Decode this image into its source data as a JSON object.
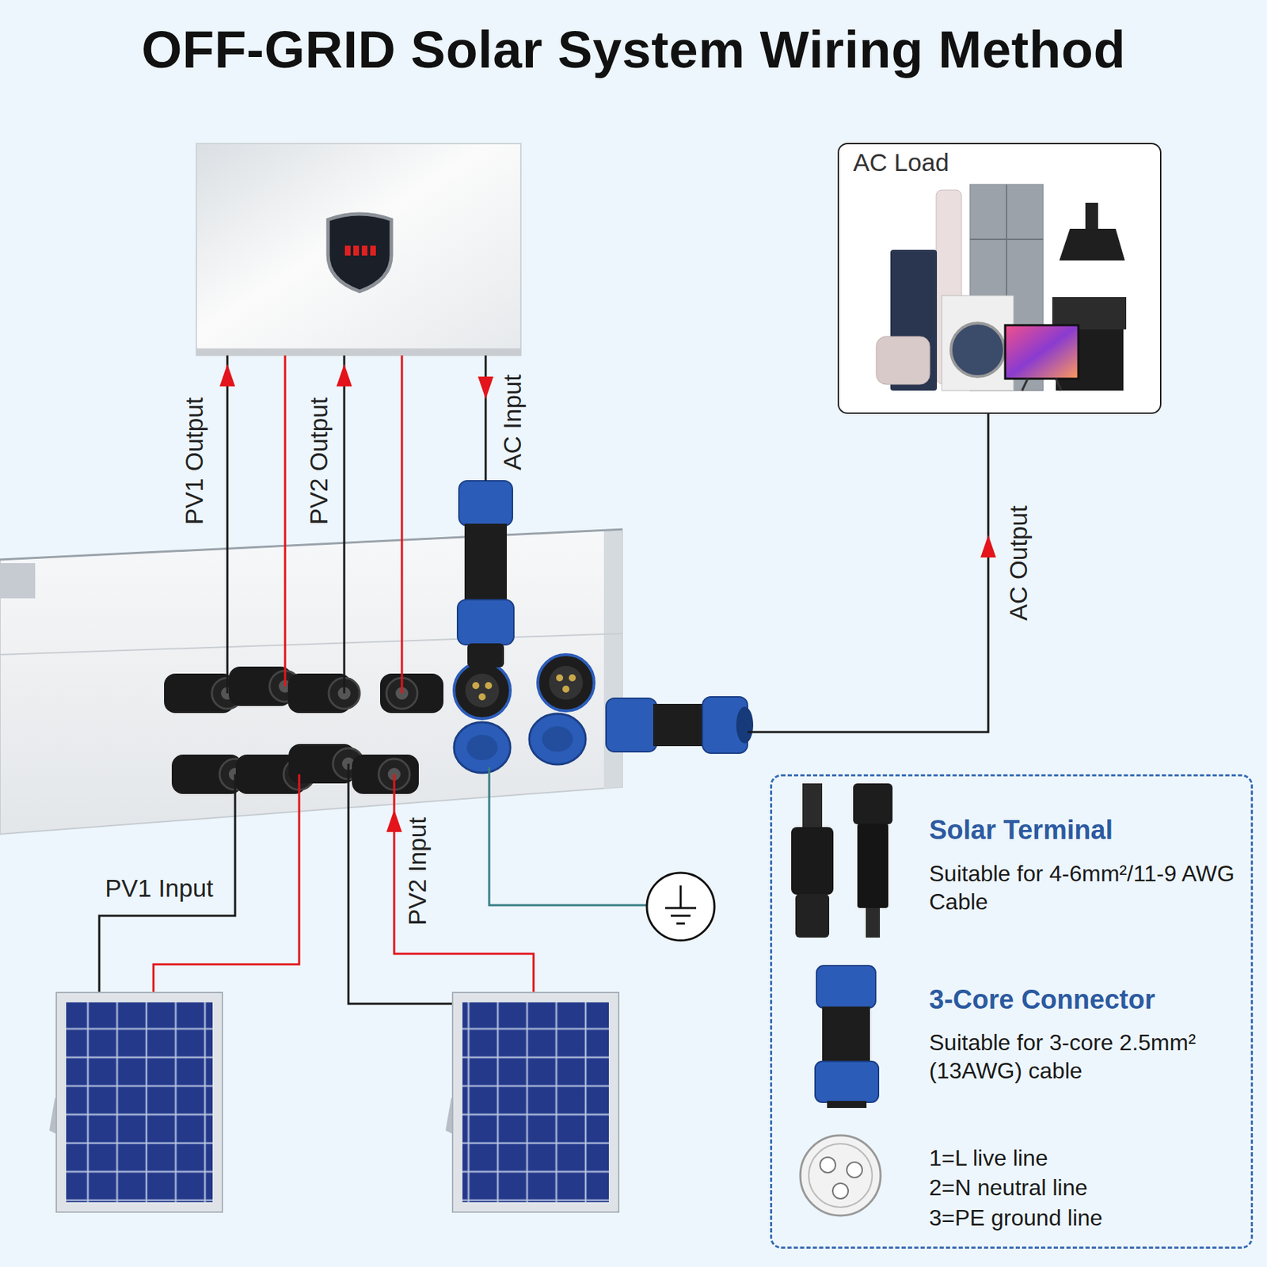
{
  "diagram": {
    "title": "OFF-GRID Solar System Wiring Method",
    "nodes": [
      {
        "text": [
          "AC Load"
        ]
      },
      {
        "text": [
          "Solar Terminal",
          "Suitable for 4-6mm²/11-9 AWG Cable",
          "3-Core Connector",
          "Suitable for 3-core 2.5mm² (13AWG) cable",
          "1=L live line",
          "2=N neutral line",
          "3=PE ground line"
        ]
      }
    ],
    "labels": [
      "PV1 Output",
      "PV2 Output",
      "AC Input",
      "AC Output",
      "PV1 Input",
      "PV2 Input"
    ]
  }
}
